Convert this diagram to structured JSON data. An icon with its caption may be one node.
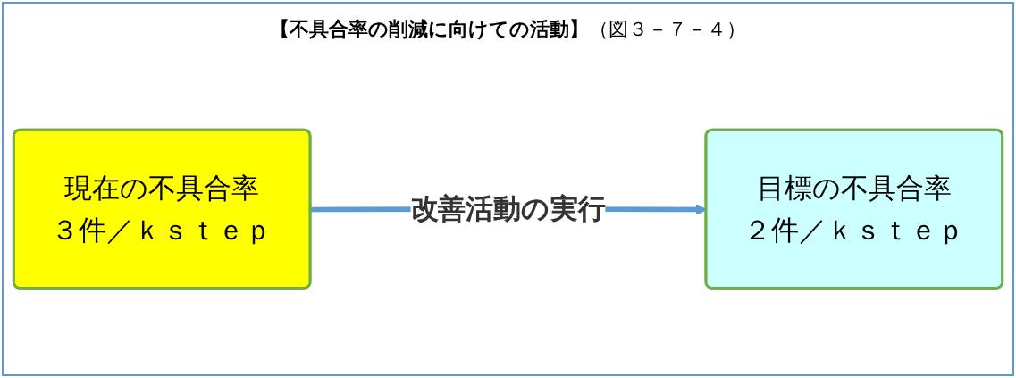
{
  "diagram": {
    "title": "**【不具合率の削減に向けての活動】**（図３－７－４）",
    "nodes": [
      {
        "text": [
          "現在の不具合率",
          "３件／ｋｓｔｅｐ"
        ]
      },
      {
        "text": [
          "目標の不具合率",
          "２件／ｋｓｔｅｐ"
        ]
      }
    ],
    "edges": [
      {
        "from": 0,
        "to": 1,
        "arrow": "to",
        "label": "改善活動の実行"
      }
    ]
  }
}
